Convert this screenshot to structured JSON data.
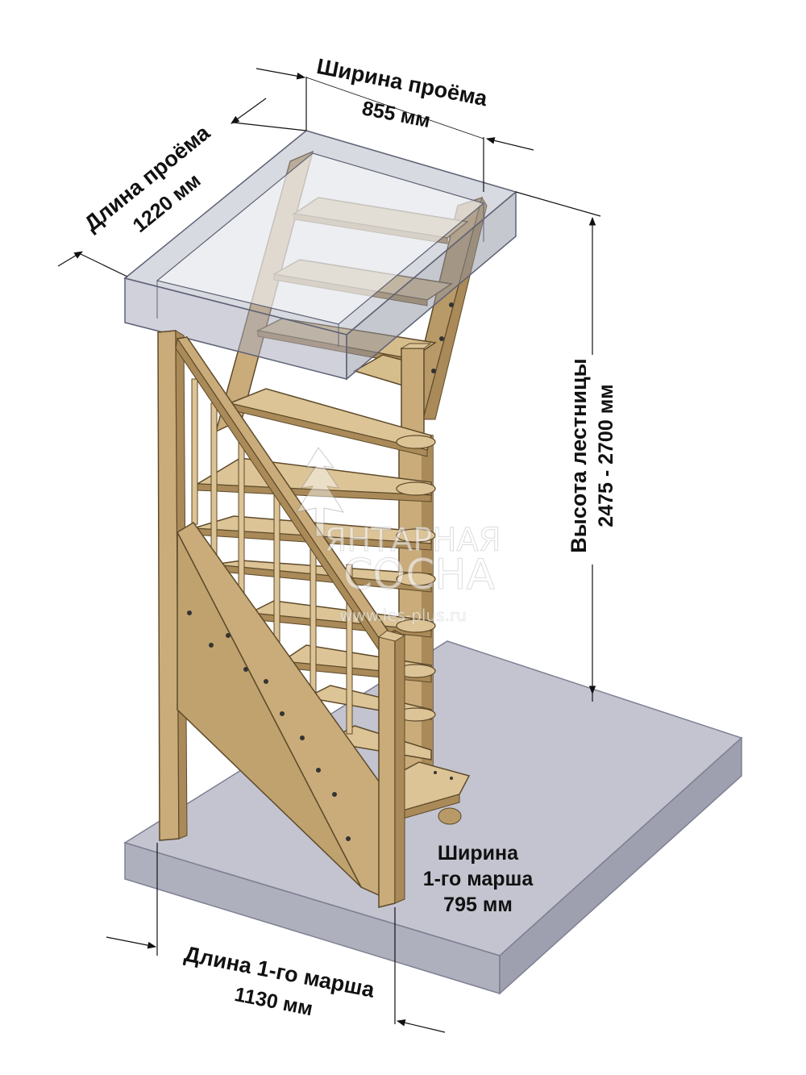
{
  "dimensions": {
    "opening_width": {
      "label": "Ширина проёма",
      "value": "855 мм"
    },
    "opening_length": {
      "label": "Длина проёма",
      "value": "1220 мм"
    },
    "stair_height": {
      "label": "Высота лестницы",
      "value": "2475 - 2700 мм"
    },
    "flight_width": {
      "label_line1": "Ширина",
      "label_line2": "1-го марша",
      "value": "795 мм"
    },
    "flight_length": {
      "label": "Длина 1-го марша",
      "value": "1130 мм"
    }
  },
  "watermark": {
    "line1": "ЯНТАРНАЯ",
    "line2": "СОСНА",
    "url": "www.les-plus.ru"
  },
  "colors": {
    "wood": "#c9ac7a",
    "wood_dark": "#a98a58",
    "wood_light": "#dcc497",
    "wood_edge": "#5e4a2a",
    "floor_top": "#b9bac8",
    "floor_front": "#a6a7b6",
    "floor_side": "#9596a6",
    "frame": "#a9acbd",
    "frame_dark": "#8e91a2"
  }
}
